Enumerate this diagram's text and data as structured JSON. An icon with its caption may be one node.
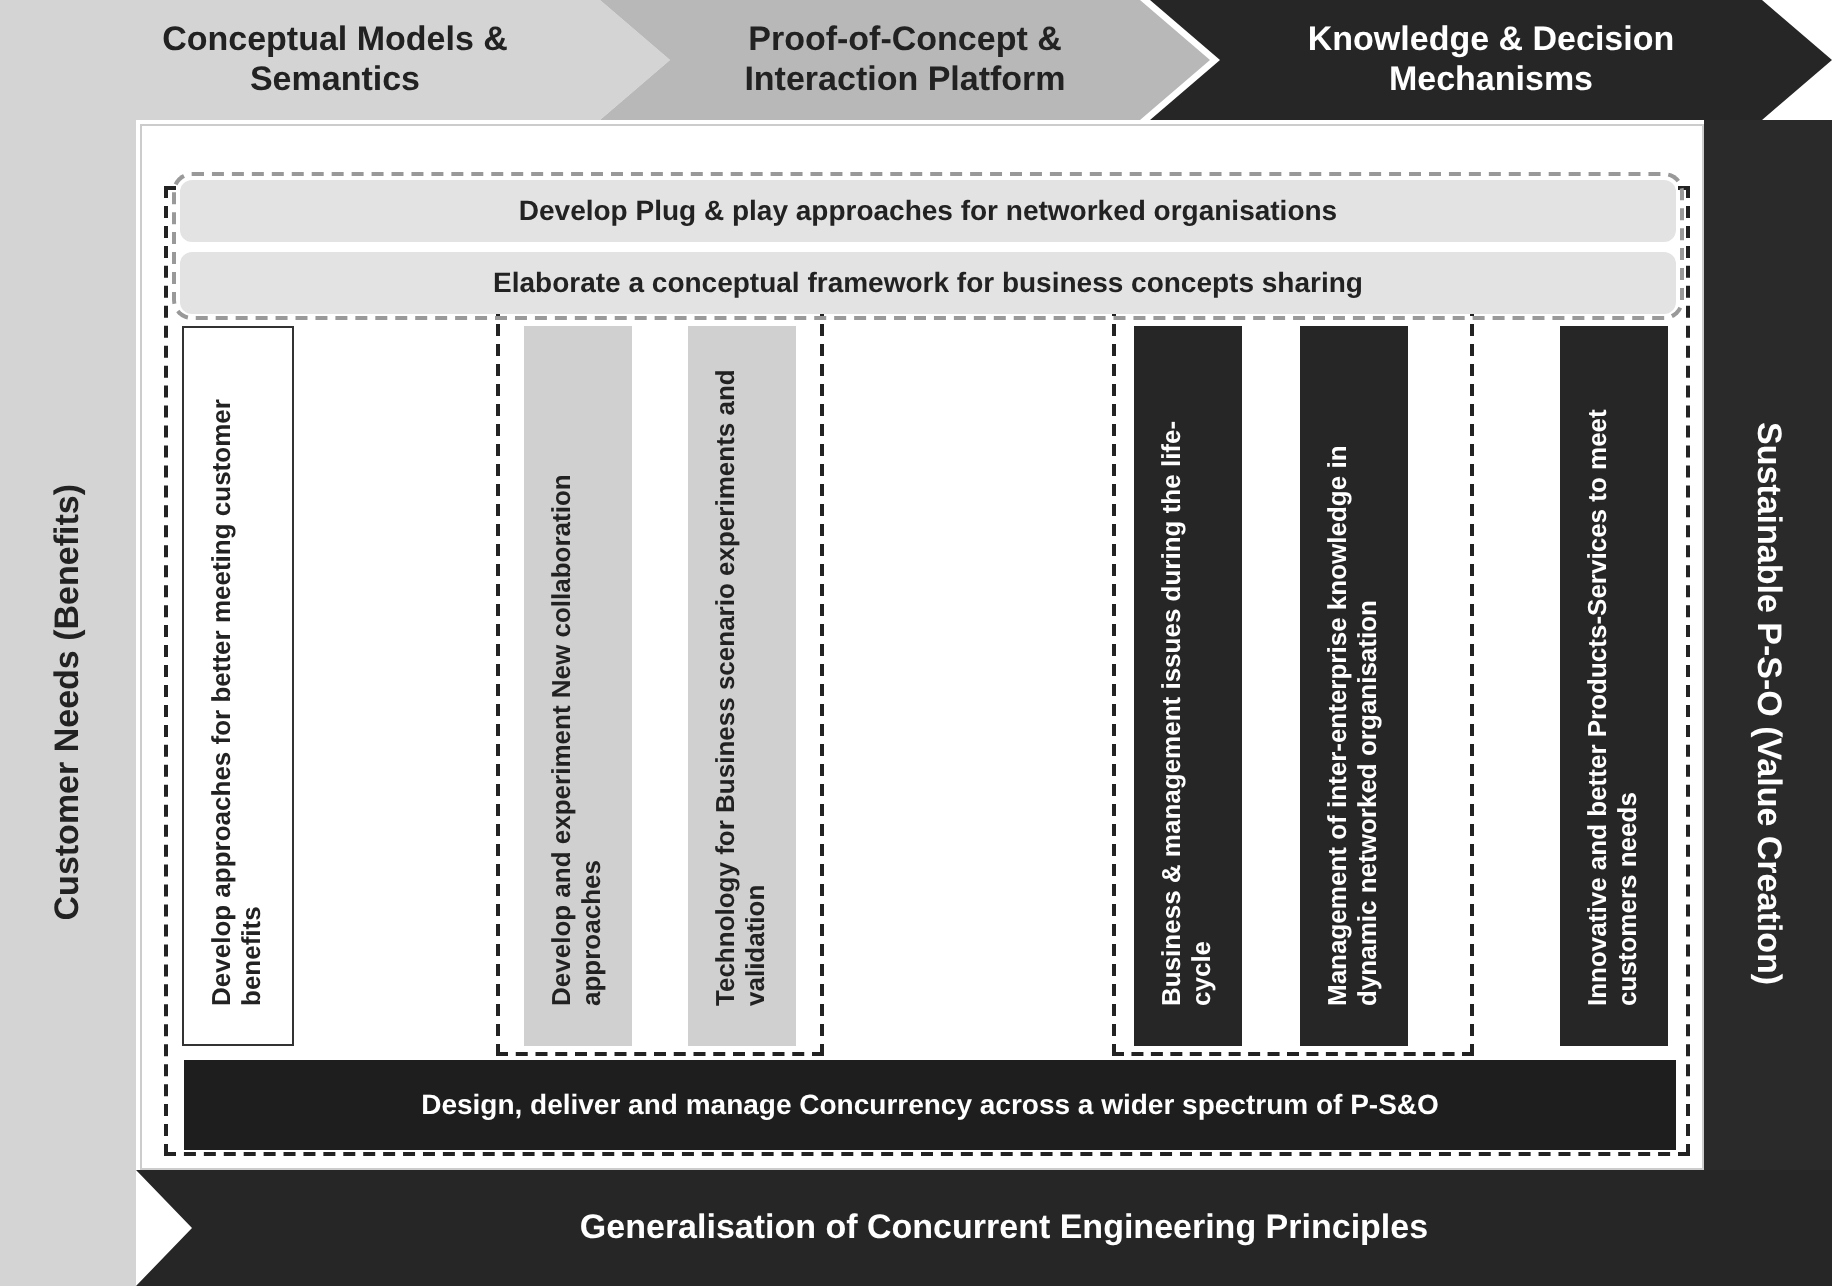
{
  "diagram": {
    "nodes": [
      {
        "text": [
          "Conceptual Models & Semantics"
        ]
      },
      {
        "text": [
          "Proof-of-Concept & Interaction Platform"
        ]
      },
      {
        "text": [
          "Knowledge & Decision Mechanisms"
        ]
      },
      {
        "text": [
          "Customer Needs (Benefits)"
        ]
      },
      {
        "text": [
          "Sustainable P-S-O (Value Creation)"
        ]
      },
      {
        "text": [
          "Generalisation of Concurrent Engineering Principles"
        ]
      },
      {
        "text": [
          "Develop Plug & play approaches for networked organisations"
        ]
      },
      {
        "text": [
          "Elaborate a conceptual framework for business concepts sharing"
        ]
      },
      {
        "text": [
          "Develop approaches for better meeting customer benefits"
        ]
      },
      {
        "text": [
          "Develop and experiment New collaboration approaches"
        ]
      },
      {
        "text": [
          "Technology for Business scenario experiments and validation"
        ]
      },
      {
        "text": [
          "Business & management issues during the life-cycle"
        ]
      },
      {
        "text": [
          "Management of inter-enterprise knowledge in dynamic networked organisation"
        ]
      },
      {
        "text": [
          "Innovative and better Products-Services to meet customers needs"
        ]
      },
      {
        "text": [
          "Design, deliver and manage Concurrency across a wider spectrum of P-S&O"
        ]
      }
    ],
    "edges": []
  }
}
